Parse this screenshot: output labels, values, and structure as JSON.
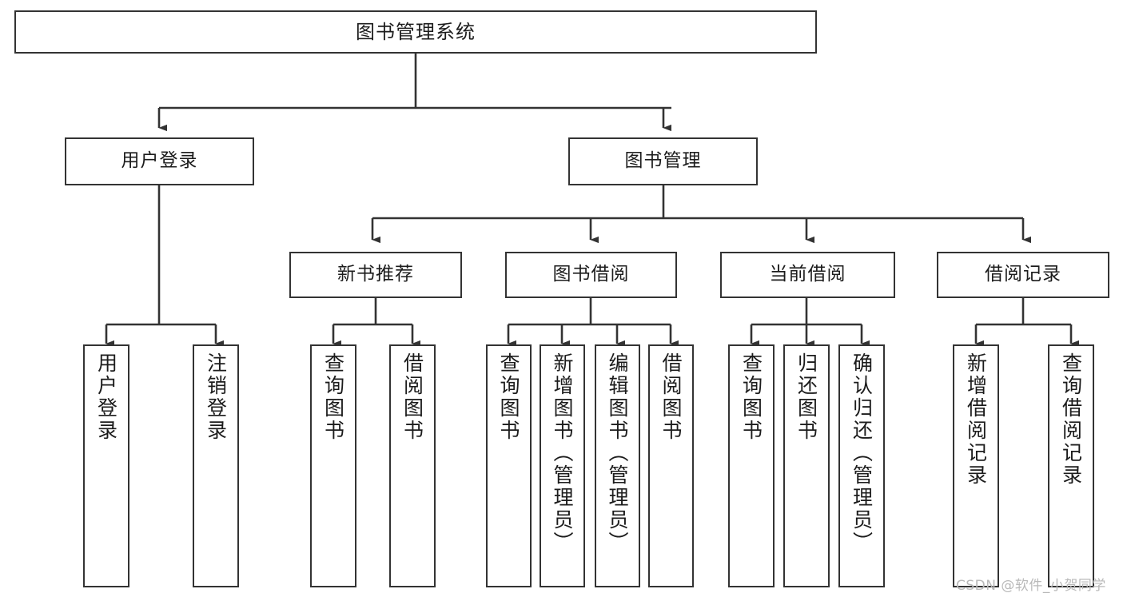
{
  "diagram": {
    "title": "图书管理系统",
    "type": "tree-hierarchy-chart",
    "colors": {
      "background": "#ffffff",
      "box_fill": "#ffffff",
      "box_stroke": "#333333",
      "text": "#1c1c1c",
      "watermark": "#b9b9b9"
    },
    "root": {
      "label": "图书管理系统"
    },
    "level2": [
      {
        "label": "用户登录"
      },
      {
        "label": "图书管理"
      }
    ],
    "level3": [
      {
        "label": "新书推荐"
      },
      {
        "label": "图书借阅"
      },
      {
        "label": "当前借阅"
      },
      {
        "label": "借阅记录"
      }
    ],
    "leaves": {
      "user_login": [
        {
          "label": "用户登录"
        },
        {
          "label": "注销登录"
        }
      ],
      "new_book_recommend": [
        {
          "label": "查询图书"
        },
        {
          "label": "借阅图书"
        }
      ],
      "book_borrow": [
        {
          "label": "查询图书"
        },
        {
          "label": "新增图书（管理员）"
        },
        {
          "label": "编辑图书（管理员）"
        },
        {
          "label": "借阅图书"
        }
      ],
      "current_borrow": [
        {
          "label": "查询图书"
        },
        {
          "label": "归还图书"
        },
        {
          "label": "确认归还（管理员）"
        }
      ],
      "borrow_record": [
        {
          "label": "新增借阅记录"
        },
        {
          "label": "查询借阅记录"
        }
      ]
    }
  },
  "watermark": {
    "text": "CSDN @软件_小贺同学"
  }
}
